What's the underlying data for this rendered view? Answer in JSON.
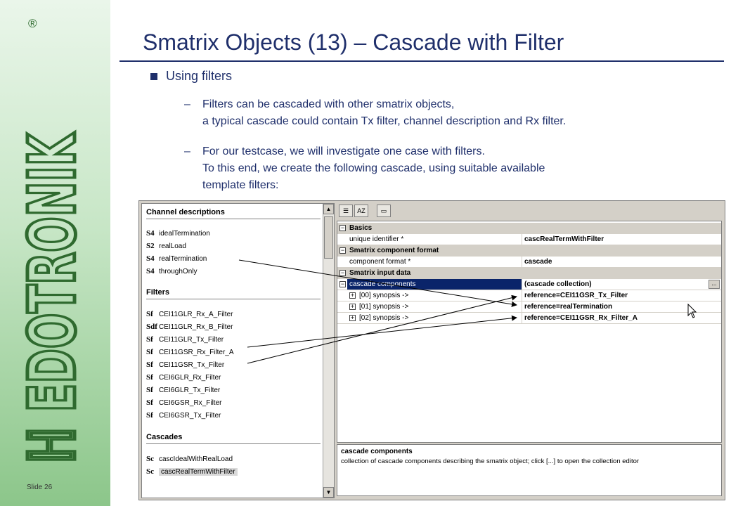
{
  "brand": {
    "reg_mark": "®",
    "logo_text": "EDOTRONIK",
    "slide_label": "Slide 26"
  },
  "title": "Smatrix Objects (13) – Cascade with Filter",
  "bullet": "Using filters",
  "subs": [
    {
      "dash": "–",
      "lines": [
        "Filters can be cascaded with other smatrix objects,",
        "a typical cascade could contain Tx filter, channel description and Rx filter."
      ]
    },
    {
      "dash": "–",
      "lines": [
        "For our testcase, we will investigate one case with filters.",
        "To this end, we create the following cascade, using suitable available",
        "template filters:"
      ]
    }
  ],
  "tree": {
    "sections": [
      {
        "title": "Channel descriptions",
        "items": [
          {
            "icon": "S4",
            "label": "idealTermination"
          },
          {
            "icon": "S2",
            "label": "realLoad"
          },
          {
            "icon": "S4",
            "label": "realTermination"
          },
          {
            "icon": "S4",
            "label": "throughOnly"
          }
        ]
      },
      {
        "title": "Filters",
        "items": [
          {
            "icon": "Sf",
            "label": "CEI11GLR_Rx_A_Filter"
          },
          {
            "icon": "Sdf",
            "label": "CEI11GLR_Rx_B_Filter"
          },
          {
            "icon": "Sf",
            "label": "CEI11GLR_Tx_Filter"
          },
          {
            "icon": "Sf",
            "label": "CEI11GSR_Rx_Filter_A"
          },
          {
            "icon": "Sf",
            "label": "CEI11GSR_Tx_Filter"
          },
          {
            "icon": "Sf",
            "label": "CEI6GLR_Rx_Filter"
          },
          {
            "icon": "Sf",
            "label": "CEI6GLR_Tx_Filter"
          },
          {
            "icon": "Sf",
            "label": "CEI6GSR_Rx_Filter"
          },
          {
            "icon": "Sf",
            "label": "CEI6GSR_Tx_Filter"
          }
        ]
      },
      {
        "title": "Cascades",
        "items": [
          {
            "icon": "Sc",
            "label": "cascIdealWithRealLoad"
          },
          {
            "icon": "Sc",
            "label": "cascRealTermWithFilter"
          }
        ]
      }
    ]
  },
  "toolbar": {
    "categorized_icon": "categorized-icon",
    "alphabetical_icon": "az-sort-icon",
    "pages_icon": "property-pages-icon",
    "alpha_label": "AZ"
  },
  "grid": {
    "rows": [
      {
        "type": "cat",
        "exp": "−",
        "name": "Basics"
      },
      {
        "type": "prop",
        "name": "unique identifier *",
        "value": "cascRealTermWithFilter"
      },
      {
        "type": "cat",
        "exp": "−",
        "name": "Smatrix component format"
      },
      {
        "type": "prop",
        "name": "component format *",
        "value": "cascade"
      },
      {
        "type": "cat",
        "exp": "−",
        "name": "Smatrix input data"
      },
      {
        "type": "sel",
        "exp": "−",
        "name": "cascade components",
        "value": "(cascade collection)",
        "button": "..."
      },
      {
        "type": "sub",
        "exp": "+",
        "name": "[00] synopsis ->",
        "value": "reference=CEI11GSR_Tx_Filter"
      },
      {
        "type": "sub",
        "exp": "+",
        "name": "[01] synopsis ->",
        "value": "reference=realTermination"
      },
      {
        "type": "sub",
        "exp": "+",
        "name": "[02] synopsis ->",
        "value": "reference=CEI11GSR_Rx_Filter_A"
      }
    ]
  },
  "help": {
    "title": "cascade components",
    "text": "collection of cascade components describing the smatrix object; click [...] to open the collection editor"
  },
  "colors": {
    "title": "#1f2f6b",
    "selection": "#0a246a",
    "logo": "#2f6a2f"
  }
}
